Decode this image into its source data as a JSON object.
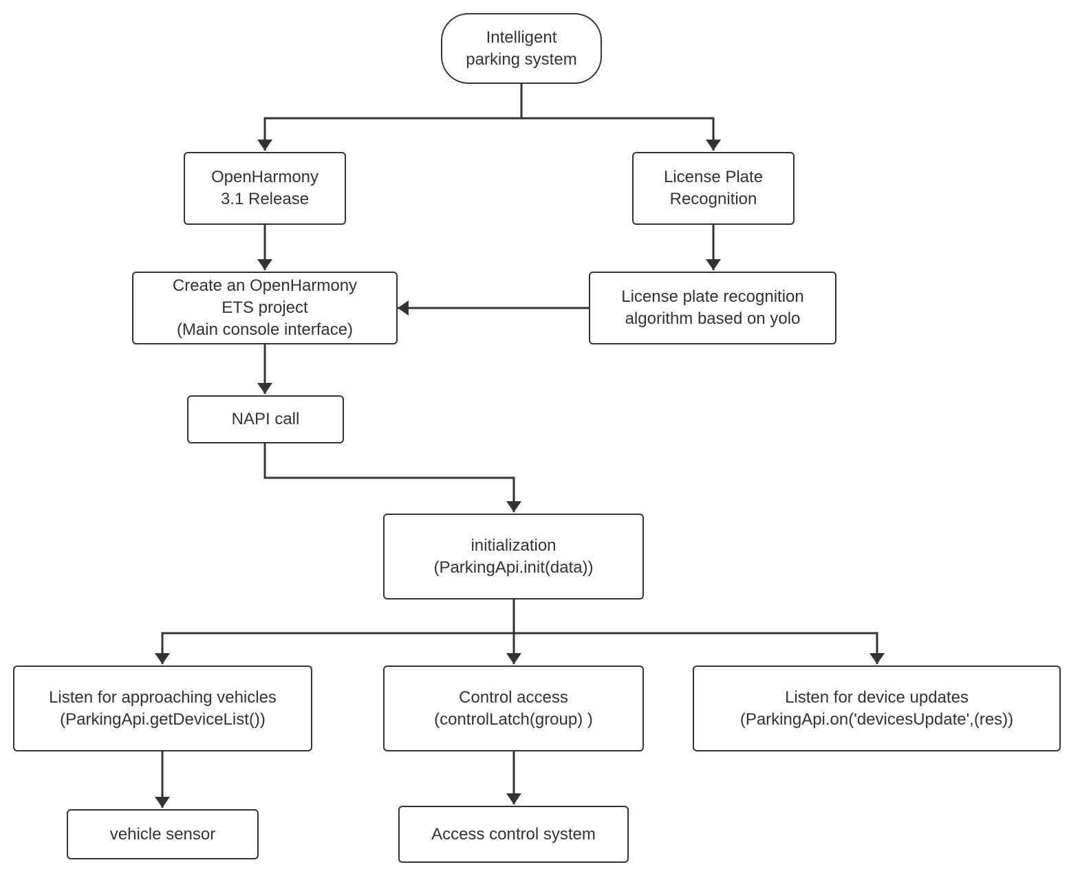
{
  "diagram": {
    "colors": {
      "stroke": "#333333",
      "text": "#333333",
      "background": "#ffffff"
    },
    "nodes": {
      "root": {
        "lines": [
          "Intelligent",
          "parking system"
        ]
      },
      "openharmony": {
        "lines": [
          "OpenHarmony",
          "3.1 Release"
        ]
      },
      "lpr": {
        "lines": [
          "License Plate",
          "Recognition"
        ]
      },
      "ets_project": {
        "lines": [
          "Create an OpenHarmony",
          "ETS project",
          "(Main console interface)"
        ]
      },
      "yolo": {
        "lines": [
          "License plate recognition",
          "algorithm based on yolo"
        ]
      },
      "napi": {
        "lines": [
          "NAPI call"
        ]
      },
      "init": {
        "lines": [
          "initialization",
          "(ParkingApi.init(data))"
        ]
      },
      "listen_vehicles": {
        "lines": [
          "Listen for approaching vehicles",
          "(ParkingApi.getDeviceList())"
        ]
      },
      "control_access": {
        "lines": [
          "Control access",
          "(controlLatch(group) )"
        ]
      },
      "listen_devices": {
        "lines": [
          "Listen for device updates",
          "(ParkingApi.on('devicesUpdate',(res))"
        ]
      },
      "vehicle_sensor": {
        "lines": [
          "vehicle sensor"
        ]
      },
      "access_control": {
        "lines": [
          "Access control system"
        ]
      }
    },
    "edges": [
      {
        "from": "root",
        "to": "openharmony"
      },
      {
        "from": "root",
        "to": "lpr"
      },
      {
        "from": "openharmony",
        "to": "ets_project"
      },
      {
        "from": "lpr",
        "to": "yolo"
      },
      {
        "from": "yolo",
        "to": "ets_project"
      },
      {
        "from": "ets_project",
        "to": "napi"
      },
      {
        "from": "napi",
        "to": "init"
      },
      {
        "from": "init",
        "to": "listen_vehicles"
      },
      {
        "from": "init",
        "to": "control_access"
      },
      {
        "from": "init",
        "to": "listen_devices"
      },
      {
        "from": "listen_vehicles",
        "to": "vehicle_sensor"
      },
      {
        "from": "control_access",
        "to": "access_control"
      }
    ]
  }
}
